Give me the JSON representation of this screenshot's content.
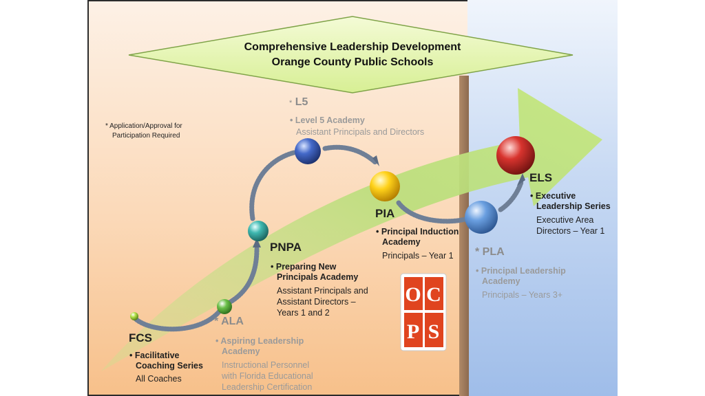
{
  "title": {
    "line1": "Comprehensive Leadership Development",
    "line2": "Orange County Public Schools"
  },
  "note": {
    "line1": "Application/Approval for",
    "line2": "Participation Required",
    "star": "*"
  },
  "nodes": {
    "fcs": {
      "abbr": "FCS",
      "name1": "Facilitative",
      "name2": "Coaching Series",
      "audience": "All Coaches",
      "color": "#b5e14a"
    },
    "ala": {
      "abbr": "* ALA",
      "name1": "Aspiring Leadership",
      "name2": "Academy",
      "aud1": "Instructional Personnel",
      "aud2": "with Florida Educational",
      "aud3": "Leadership Certification",
      "color": "#6cc04a"
    },
    "pnpa": {
      "abbr": "PNPA",
      "name1": "Preparing New",
      "name2": "Principals Academy",
      "aud1": "Assistant Principals and",
      "aud2": "Assistant Directors –",
      "aud3": "Years 1 and 2",
      "color": "#3fb8b0"
    },
    "l5": {
      "star": "*",
      "abbr": "L5",
      "name1": "Level 5 Academy",
      "aud1": "Assistant Principals and Directors",
      "color": "#4469c9"
    },
    "pia": {
      "abbr": "PIA",
      "name1": "Principal Induction",
      "name2": "Academy",
      "aud1": "Principals – Year 1",
      "color": "#ffd21a"
    },
    "pla": {
      "abbr": "* PLA",
      "name1": "Principal Leadership",
      "name2": "Academy",
      "aud1": "Principals – Years 3+",
      "color": "#6a9fe0"
    },
    "els": {
      "abbr": "ELS",
      "name1": "Executive",
      "name2": "Leadership Series",
      "aud1": "Executive Area",
      "aud2": "Directors – Year 1",
      "color": "#d8342e"
    }
  },
  "logo": {
    "letters": [
      "O",
      "C",
      "P",
      "S"
    ],
    "color": "#e0441f"
  }
}
